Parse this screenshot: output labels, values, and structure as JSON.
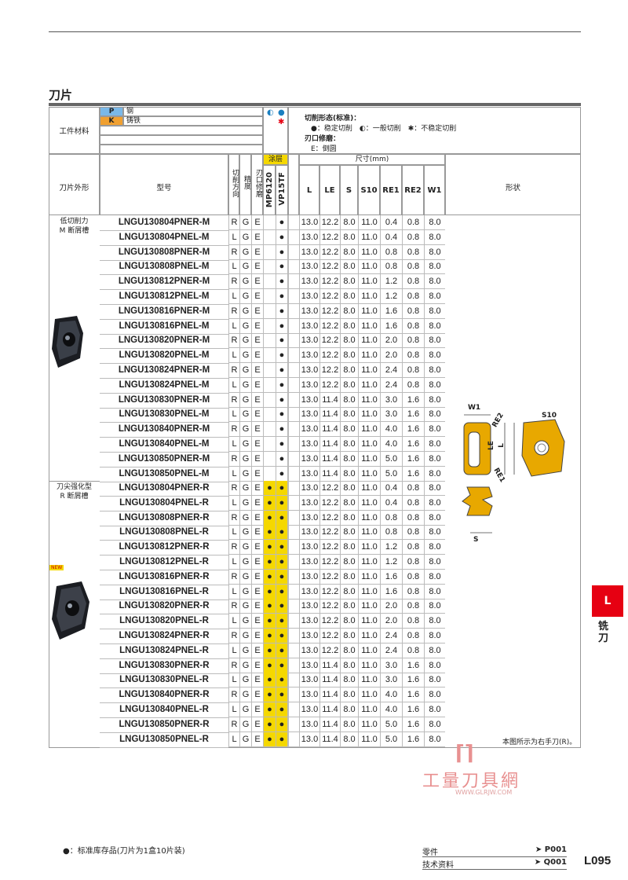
{
  "section_title": "刀片",
  "material": {
    "label": "工件材料",
    "rows": [
      {
        "code": "P",
        "name": "钢",
        "color": "#7ab8e8"
      },
      {
        "code": "K",
        "name": "铸铁",
        "color": "#f0a030"
      }
    ]
  },
  "legend": {
    "cut_title": "切削形态(标准)：",
    "cut_items": "●：稳定切削　◐：一般切削　✱：不稳定切削",
    "edge_title": "刃口修磨：",
    "edge_items": "E：倒圆"
  },
  "headers": {
    "shape": "刀片外形",
    "model": "型号",
    "hand": "切削方向",
    "tolerance": "精度",
    "honing": "刃口修磨",
    "coating": "涂层",
    "grade1": "MP6120",
    "grade2": "VP15TF",
    "dims": "尺寸(mm)",
    "L": "L",
    "LE": "LE",
    "S": "S",
    "S10": "S10",
    "RE1": "RE1",
    "RE2": "RE2",
    "W1": "W1",
    "form": "形状"
  },
  "groups": [
    {
      "label": "低切削力\nM 断屑槽",
      "new": ""
    },
    {
      "label": "刀尖强化型\nR 断屑槽",
      "new": "NEW"
    }
  ],
  "rows_m": [
    [
      "LNGU130804PNER-M",
      "R",
      "G",
      "E",
      "",
      "●",
      "13.0",
      "12.2",
      "8.0",
      "11.0",
      "0.4",
      "0.8",
      "8.0"
    ],
    [
      "LNGU130804PNEL-M",
      "L",
      "G",
      "E",
      "",
      "●",
      "13.0",
      "12.2",
      "8.0",
      "11.0",
      "0.4",
      "0.8",
      "8.0"
    ],
    [
      "LNGU130808PNER-M",
      "R",
      "G",
      "E",
      "",
      "●",
      "13.0",
      "12.2",
      "8.0",
      "11.0",
      "0.8",
      "0.8",
      "8.0"
    ],
    [
      "LNGU130808PNEL-M",
      "L",
      "G",
      "E",
      "",
      "●",
      "13.0",
      "12.2",
      "8.0",
      "11.0",
      "0.8",
      "0.8",
      "8.0"
    ],
    [
      "LNGU130812PNER-M",
      "R",
      "G",
      "E",
      "",
      "●",
      "13.0",
      "12.2",
      "8.0",
      "11.0",
      "1.2",
      "0.8",
      "8.0"
    ],
    [
      "LNGU130812PNEL-M",
      "L",
      "G",
      "E",
      "",
      "●",
      "13.0",
      "12.2",
      "8.0",
      "11.0",
      "1.2",
      "0.8",
      "8.0"
    ],
    [
      "LNGU130816PNER-M",
      "R",
      "G",
      "E",
      "",
      "●",
      "13.0",
      "12.2",
      "8.0",
      "11.0",
      "1.6",
      "0.8",
      "8.0"
    ],
    [
      "LNGU130816PNEL-M",
      "L",
      "G",
      "E",
      "",
      "●",
      "13.0",
      "12.2",
      "8.0",
      "11.0",
      "1.6",
      "0.8",
      "8.0"
    ],
    [
      "LNGU130820PNER-M",
      "R",
      "G",
      "E",
      "",
      "●",
      "13.0",
      "12.2",
      "8.0",
      "11.0",
      "2.0",
      "0.8",
      "8.0"
    ],
    [
      "LNGU130820PNEL-M",
      "L",
      "G",
      "E",
      "",
      "●",
      "13.0",
      "12.2",
      "8.0",
      "11.0",
      "2.0",
      "0.8",
      "8.0"
    ],
    [
      "LNGU130824PNER-M",
      "R",
      "G",
      "E",
      "",
      "●",
      "13.0",
      "12.2",
      "8.0",
      "11.0",
      "2.4",
      "0.8",
      "8.0"
    ],
    [
      "LNGU130824PNEL-M",
      "L",
      "G",
      "E",
      "",
      "●",
      "13.0",
      "12.2",
      "8.0",
      "11.0",
      "2.4",
      "0.8",
      "8.0"
    ],
    [
      "LNGU130830PNER-M",
      "R",
      "G",
      "E",
      "",
      "●",
      "13.0",
      "11.4",
      "8.0",
      "11.0",
      "3.0",
      "1.6",
      "8.0"
    ],
    [
      "LNGU130830PNEL-M",
      "L",
      "G",
      "E",
      "",
      "●",
      "13.0",
      "11.4",
      "8.0",
      "11.0",
      "3.0",
      "1.6",
      "8.0"
    ],
    [
      "LNGU130840PNER-M",
      "R",
      "G",
      "E",
      "",
      "●",
      "13.0",
      "11.4",
      "8.0",
      "11.0",
      "4.0",
      "1.6",
      "8.0"
    ],
    [
      "LNGU130840PNEL-M",
      "L",
      "G",
      "E",
      "",
      "●",
      "13.0",
      "11.4",
      "8.0",
      "11.0",
      "4.0",
      "1.6",
      "8.0"
    ],
    [
      "LNGU130850PNER-M",
      "R",
      "G",
      "E",
      "",
      "●",
      "13.0",
      "11.4",
      "8.0",
      "11.0",
      "5.0",
      "1.6",
      "8.0"
    ],
    [
      "LNGU130850PNEL-M",
      "L",
      "G",
      "E",
      "",
      "●",
      "13.0",
      "11.4",
      "8.0",
      "11.0",
      "5.0",
      "1.6",
      "8.0"
    ]
  ],
  "rows_r": [
    [
      "LNGU130804PNER-R",
      "R",
      "G",
      "E",
      "●",
      "●",
      "13.0",
      "12.2",
      "8.0",
      "11.0",
      "0.4",
      "0.8",
      "8.0"
    ],
    [
      "LNGU130804PNEL-R",
      "L",
      "G",
      "E",
      "●",
      "●",
      "13.0",
      "12.2",
      "8.0",
      "11.0",
      "0.4",
      "0.8",
      "8.0"
    ],
    [
      "LNGU130808PNER-R",
      "R",
      "G",
      "E",
      "●",
      "●",
      "13.0",
      "12.2",
      "8.0",
      "11.0",
      "0.8",
      "0.8",
      "8.0"
    ],
    [
      "LNGU130808PNEL-R",
      "L",
      "G",
      "E",
      "●",
      "●",
      "13.0",
      "12.2",
      "8.0",
      "11.0",
      "0.8",
      "0.8",
      "8.0"
    ],
    [
      "LNGU130812PNER-R",
      "R",
      "G",
      "E",
      "●",
      "●",
      "13.0",
      "12.2",
      "8.0",
      "11.0",
      "1.2",
      "0.8",
      "8.0"
    ],
    [
      "LNGU130812PNEL-R",
      "L",
      "G",
      "E",
      "●",
      "●",
      "13.0",
      "12.2",
      "8.0",
      "11.0",
      "1.2",
      "0.8",
      "8.0"
    ],
    [
      "LNGU130816PNER-R",
      "R",
      "G",
      "E",
      "●",
      "●",
      "13.0",
      "12.2",
      "8.0",
      "11.0",
      "1.6",
      "0.8",
      "8.0"
    ],
    [
      "LNGU130816PNEL-R",
      "L",
      "G",
      "E",
      "●",
      "●",
      "13.0",
      "12.2",
      "8.0",
      "11.0",
      "1.6",
      "0.8",
      "8.0"
    ],
    [
      "LNGU130820PNER-R",
      "R",
      "G",
      "E",
      "●",
      "●",
      "13.0",
      "12.2",
      "8.0",
      "11.0",
      "2.0",
      "0.8",
      "8.0"
    ],
    [
      "LNGU130820PNEL-R",
      "L",
      "G",
      "E",
      "●",
      "●",
      "13.0",
      "12.2",
      "8.0",
      "11.0",
      "2.0",
      "0.8",
      "8.0"
    ],
    [
      "LNGU130824PNER-R",
      "R",
      "G",
      "E",
      "●",
      "●",
      "13.0",
      "12.2",
      "8.0",
      "11.0",
      "2.4",
      "0.8",
      "8.0"
    ],
    [
      "LNGU130824PNEL-R",
      "L",
      "G",
      "E",
      "●",
      "●",
      "13.0",
      "12.2",
      "8.0",
      "11.0",
      "2.4",
      "0.8",
      "8.0"
    ],
    [
      "LNGU130830PNER-R",
      "R",
      "G",
      "E",
      "●",
      "●",
      "13.0",
      "11.4",
      "8.0",
      "11.0",
      "3.0",
      "1.6",
      "8.0"
    ],
    [
      "LNGU130830PNEL-R",
      "L",
      "G",
      "E",
      "●",
      "●",
      "13.0",
      "11.4",
      "8.0",
      "11.0",
      "3.0",
      "1.6",
      "8.0"
    ],
    [
      "LNGU130840PNER-R",
      "R",
      "G",
      "E",
      "●",
      "●",
      "13.0",
      "11.4",
      "8.0",
      "11.0",
      "4.0",
      "1.6",
      "8.0"
    ],
    [
      "LNGU130840PNEL-R",
      "L",
      "G",
      "E",
      "●",
      "●",
      "13.0",
      "11.4",
      "8.0",
      "11.0",
      "4.0",
      "1.6",
      "8.0"
    ],
    [
      "LNGU130850PNER-R",
      "R",
      "G",
      "E",
      "●",
      "●",
      "13.0",
      "11.4",
      "8.0",
      "11.0",
      "5.0",
      "1.6",
      "8.0"
    ],
    [
      "LNGU130850PNEL-R",
      "L",
      "G",
      "E",
      "●",
      "●",
      "13.0",
      "11.4",
      "8.0",
      "11.0",
      "5.0",
      "1.6",
      "8.0"
    ]
  ],
  "diagram_labels": {
    "W1": "W1",
    "RE2": "RE2",
    "LE": "LE",
    "L": "L",
    "RE1": "RE1",
    "S10": "S10",
    "S": "S"
  },
  "figure_note": "本图所示为右手刀(R)。",
  "watermark": {
    "title": "工量刀具網",
    "url": "WWW.GLRJW.COM"
  },
  "side_tab": {
    "letter": "L",
    "label": "铣刀"
  },
  "footnote": "●：标准库存品(刀片为1盒10片装)",
  "refs": [
    {
      "label": "零件",
      "page": "➤ P001"
    },
    {
      "label": "技术资料",
      "page": "➤ Q001"
    }
  ],
  "page_number": "L095",
  "colors": {
    "accent_red": "#e60012",
    "coating_yellow": "#f5d800",
    "insert_gold": "#e8a800"
  }
}
